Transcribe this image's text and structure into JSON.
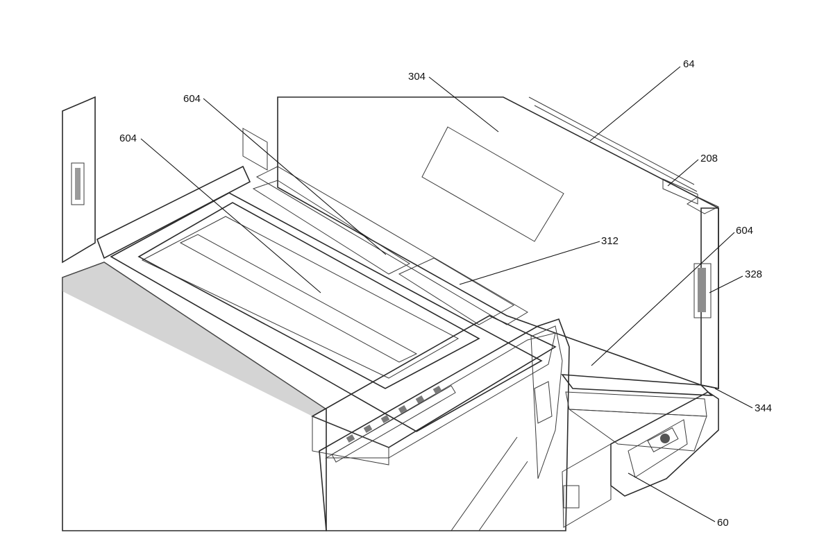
{
  "colors": {
    "background": "#ffffff",
    "line": "#111111",
    "shade_dark": "#8d8d8d",
    "shade_mid": "#b3b3b3",
    "shade_light": "#d6d6d6",
    "highlight": "#f4f4f4"
  },
  "reference_labels": [
    {
      "id": "label-64",
      "text": "64"
    },
    {
      "id": "label-304",
      "text": "304"
    },
    {
      "id": "label-604-a",
      "text": "604"
    },
    {
      "id": "label-604-b",
      "text": "604"
    },
    {
      "id": "label-208",
      "text": "208"
    },
    {
      "id": "label-312",
      "text": "312"
    },
    {
      "id": "label-604-c",
      "text": "604"
    },
    {
      "id": "label-328",
      "text": "328"
    },
    {
      "id": "label-344",
      "text": "344"
    },
    {
      "id": "label-60",
      "text": "60"
    }
  ]
}
